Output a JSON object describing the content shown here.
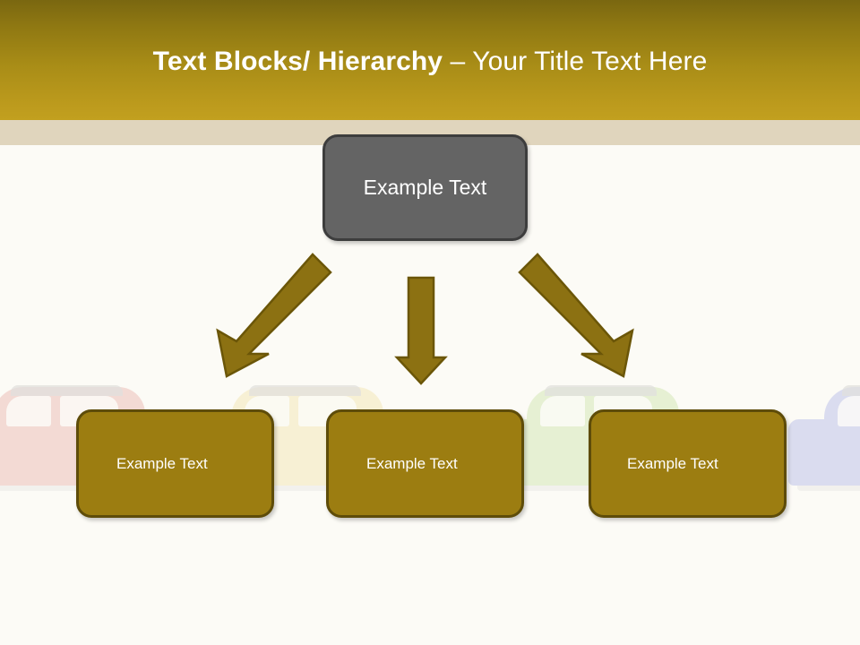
{
  "slide": {
    "title": {
      "strong": "Text Blocks/ Hierarchy ",
      "light": "– Your Title Text Here"
    },
    "theme": {
      "header_gradient_top": "#7a6710",
      "header_gradient_bottom": "#c2a01f",
      "header_underline": "#e0d5bd",
      "canvas_background": "#fcfbf6",
      "accent_gold": "#9c7d11",
      "accent_gold_border": "#5e4c09",
      "arrow_fill": "#8c7112",
      "arrow_border": "#6b5608",
      "top_node_fill": "#646464",
      "top_node_border": "#3d3d3d",
      "node_text_color": "#ffffff"
    },
    "diagram": {
      "type": "hierarchy",
      "root": {
        "label": "Example  Text"
      },
      "children": [
        {
          "label": "Example Text"
        },
        {
          "label": "Example Text"
        },
        {
          "label": "Example Text"
        }
      ],
      "connectors": [
        {
          "name": "arrow-left",
          "direction": "down-left"
        },
        {
          "name": "arrow-center",
          "direction": "down"
        },
        {
          "name": "arrow-right",
          "direction": "down-right"
        }
      ]
    },
    "background": {
      "cars": [
        {
          "name": "car-red",
          "color": "#e8a9a2"
        },
        {
          "name": "car-yellow",
          "color": "#f2e0a2"
        },
        {
          "name": "car-green",
          "color": "#c6e0a0"
        },
        {
          "name": "car-blue",
          "color": "#a8aee6"
        }
      ]
    }
  }
}
